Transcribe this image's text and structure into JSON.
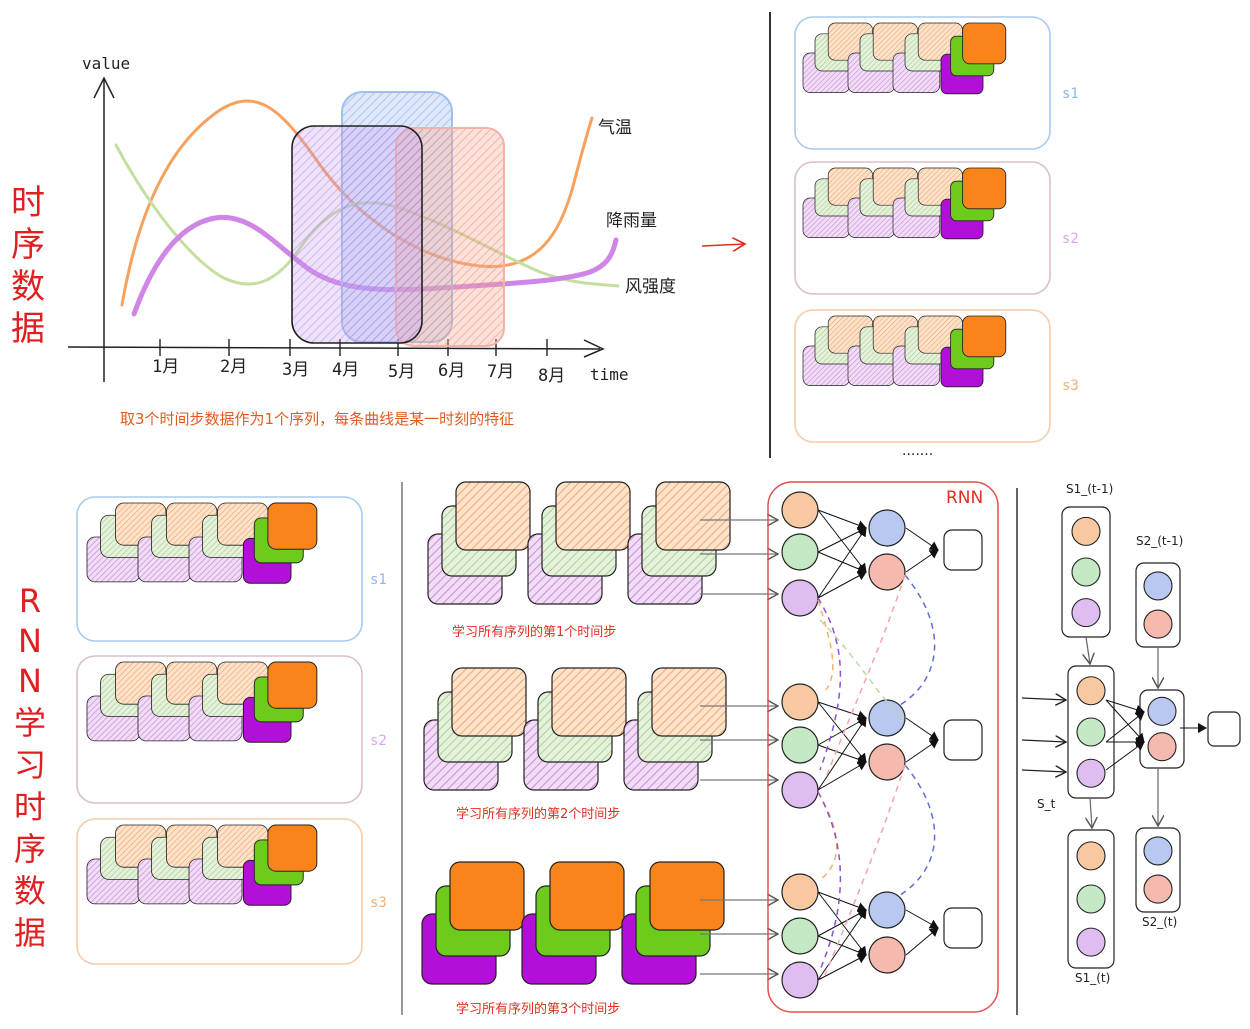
{
  "left_title_top": [
    "时",
    "序",
    "数",
    "据"
  ],
  "left_title_bottom": [
    "R",
    "N",
    "N",
    "学",
    "习",
    "时",
    "序",
    "数",
    "据"
  ],
  "chart": {
    "ylabel": "value",
    "xlabel": "time",
    "months": [
      "1月",
      "2月",
      "3月",
      "4月",
      "5月",
      "6月",
      "7月",
      "8月"
    ],
    "series": [
      "气温",
      "降雨量",
      "风强度"
    ],
    "caption": "取3个时间步数据作为1个序列，每条曲线是某一时刻的特征"
  },
  "sequences": {
    "labels": [
      "s1",
      "s2",
      "s3"
    ],
    "ellipsis": "......."
  },
  "steps": [
    "学习所有序列的第1个时间步",
    "学习所有序列的第2个时间步",
    "学习所有序列的第3个时间步"
  ],
  "rnn_label": "RNN",
  "state_labels": {
    "s1_prev": "S1_(t-1)",
    "s2_prev": "S2_(t-1)",
    "s_t": "S_t",
    "s1_t": "S1_(t)",
    "s2_t": "S2_(t)"
  },
  "colors": {
    "orange": "#f9851a",
    "green": "#6ccb1b",
    "purple": "#b20fd8",
    "light_orange": "#f7b88a",
    "light_green": "#b9dba0",
    "light_purple": "#d9a8e6",
    "blue": "#8fb8e8",
    "red_text": "#e03020",
    "pink": "#f4a5a5"
  }
}
